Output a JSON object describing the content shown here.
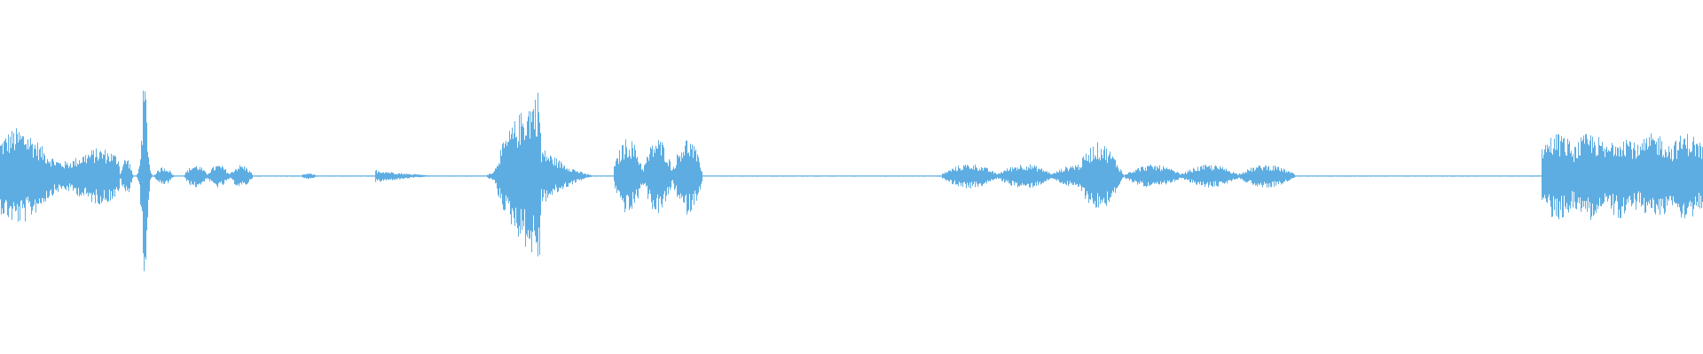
{
  "waveform": {
    "color": "#5dade2",
    "background": "#ffffff",
    "baseline_amplitude": 0.006,
    "segments": [
      {
        "start": 0.0,
        "end": 0.07,
        "amp": 0.55,
        "shape": "burst-decay"
      },
      {
        "start": 0.07,
        "end": 0.078,
        "amp": 0.2,
        "shape": "burst"
      },
      {
        "start": 0.078,
        "end": 0.09,
        "amp": 1.0,
        "shape": "spike"
      },
      {
        "start": 0.09,
        "end": 0.102,
        "amp": 0.1,
        "shape": "burst"
      },
      {
        "start": 0.108,
        "end": 0.148,
        "amp": 0.12,
        "shape": "lobes"
      },
      {
        "start": 0.176,
        "end": 0.186,
        "amp": 0.03,
        "shape": "burst"
      },
      {
        "start": 0.22,
        "end": 0.26,
        "amp": 0.07,
        "shape": "decay"
      },
      {
        "start": 0.285,
        "end": 0.3,
        "amp": 0.07,
        "shape": "burst"
      },
      {
        "start": 0.29,
        "end": 0.318,
        "amp": 0.95,
        "shape": "ramp-up"
      },
      {
        "start": 0.318,
        "end": 0.35,
        "amp": 0.3,
        "shape": "decay"
      },
      {
        "start": 0.36,
        "end": 0.412,
        "amp": 0.4,
        "shape": "lobes"
      },
      {
        "start": 0.553,
        "end": 0.65,
        "amp": 0.13,
        "shape": "lobes"
      },
      {
        "start": 0.63,
        "end": 0.66,
        "amp": 0.35,
        "shape": "burst"
      },
      {
        "start": 0.66,
        "end": 0.76,
        "amp": 0.12,
        "shape": "lobes"
      },
      {
        "start": 0.905,
        "end": 1.0,
        "amp": 0.45,
        "shape": "sustain"
      }
    ]
  }
}
